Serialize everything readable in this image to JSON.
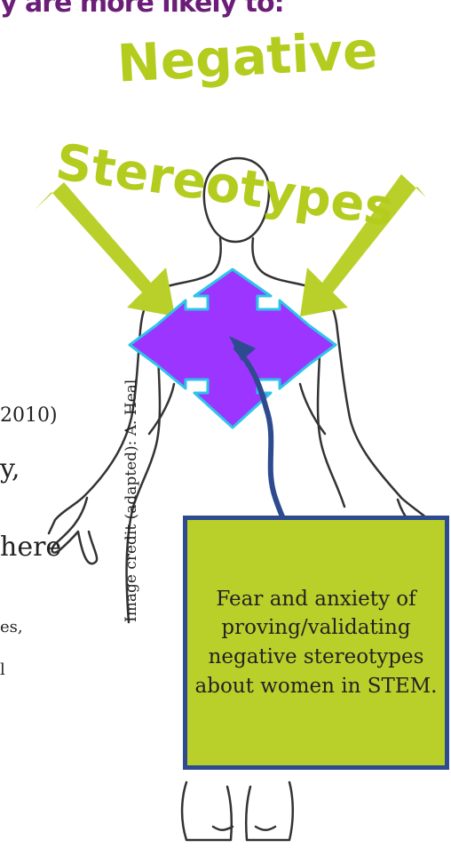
{
  "slide": {
    "top_line": "y are more likely to:",
    "heading_1": "Negative",
    "heading_2": "Stereotypes",
    "fragment_1": "2010)",
    "fragment_2": "y,",
    "fragment_3": "here",
    "fragment_4": "es,",
    "fragment_5": "l",
    "image_credit": "Image credit (adapted): A. Heal"
  },
  "callout": {
    "text": "Fear and anxiety of proving/validating negative stereotypes about women in STEM."
  },
  "colors": {
    "arrow_green": "#bad02a",
    "heading_green": "#b4cc1e",
    "burst_purple": "#9b35ff",
    "burst_outline": "#2ec4e8",
    "pointer_blue": "#2d4b8e",
    "outline_gray": "#333333"
  },
  "icons": {
    "figure": "human-body-outline-icon",
    "burst": "four-way-arrow-icon",
    "arrows": "block-arrow-icon"
  }
}
